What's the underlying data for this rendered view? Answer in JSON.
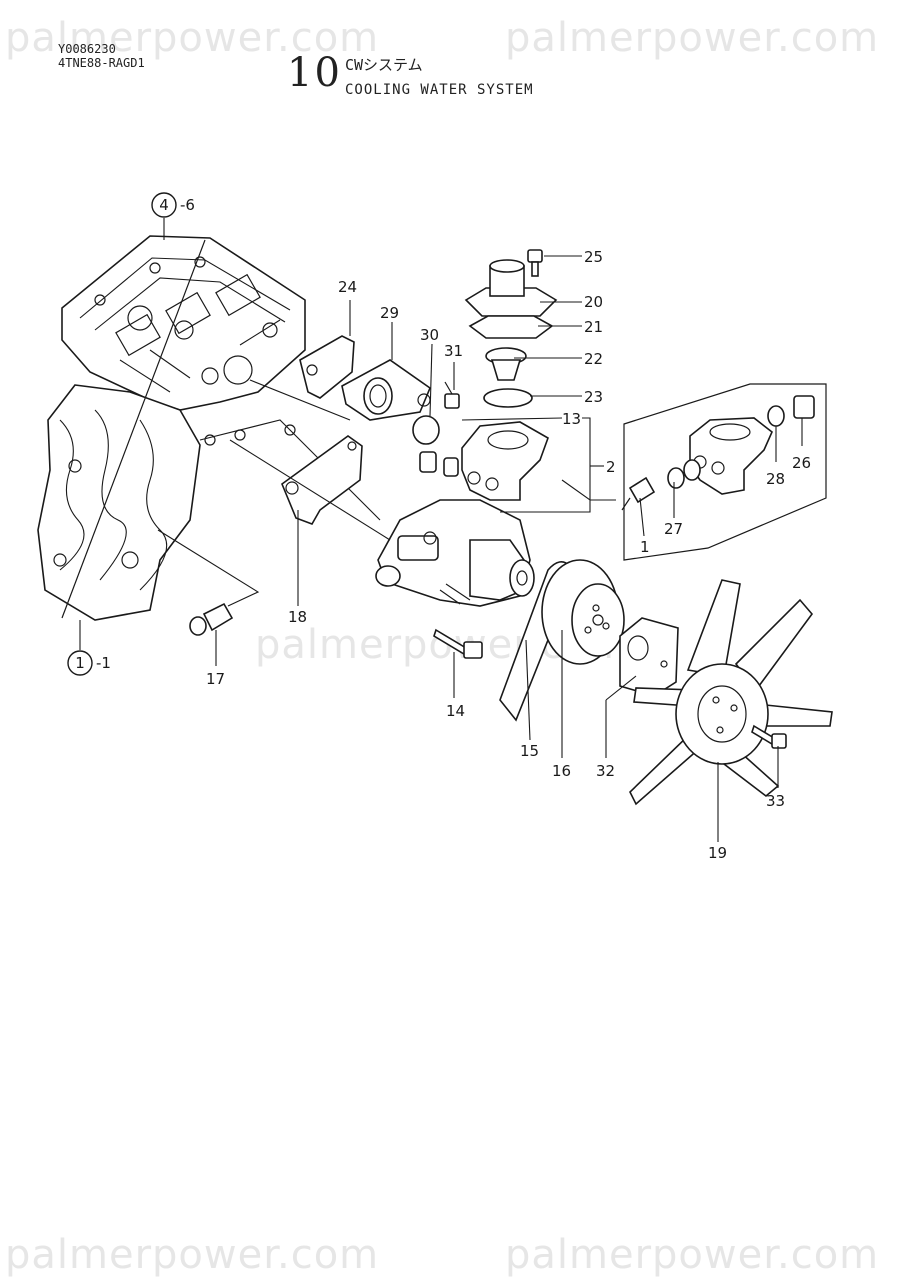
{
  "header": {
    "code": "Y0086230",
    "model": "4TNE88-RAGD1",
    "section_number": "10",
    "title_jp": "CWシステム",
    "title_en": "COOLING WATER SYSTEM"
  },
  "watermarks": [
    "palmerpower.com",
    "palmerpower.com",
    "palmerpower.com",
    "palmerpower.com",
    "palmerpower.com"
  ],
  "refs": {
    "cylinder_head": {
      "circle": "4",
      "suffix": "-6"
    },
    "cylinder_block": {
      "circle": "1",
      "suffix": "-1"
    }
  },
  "callouts": {
    "p1": "1",
    "p2": "2",
    "p13": "13",
    "p14": "14",
    "p15": "15",
    "p16": "16",
    "p17": "17",
    "p18": "18",
    "p19": "19",
    "p20": "20",
    "p21": "21",
    "p22": "22",
    "p23": "23",
    "p24": "24",
    "p25": "25",
    "p26": "26",
    "p27": "27",
    "p28": "28",
    "p29": "29",
    "p30": "30",
    "p31": "31",
    "p32": "32",
    "p33": "33"
  },
  "colors": {
    "ink": "#1a1a1a",
    "watermark": "#e6e6e6",
    "paper": "#ffffff"
  }
}
